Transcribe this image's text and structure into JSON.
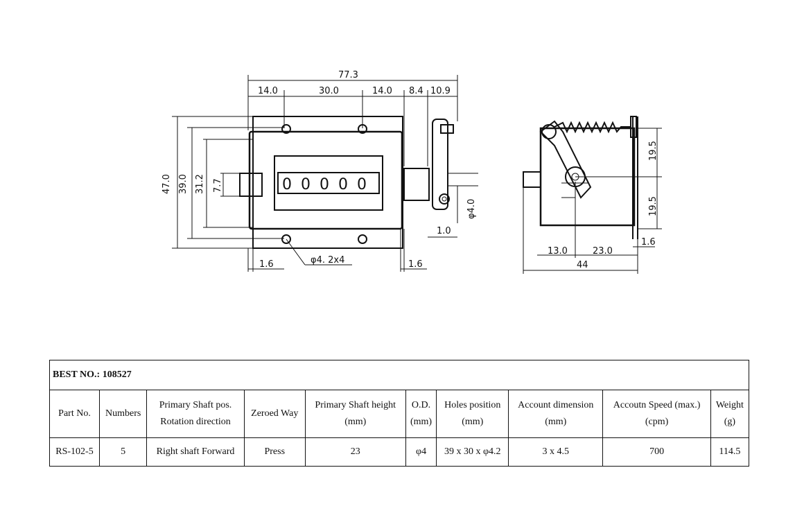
{
  "drawing": {
    "front_view": {
      "dims": {
        "overall_width": "77.3",
        "seg1": "14.0",
        "seg2": "30.0",
        "seg3": "14.0",
        "seg4": "8.4",
        "seg5": "10.9",
        "height_overall": "47.0",
        "height_holes": "39.0",
        "height_body": "31.2",
        "height_window": "7.7",
        "shaft_diameter": "φ4.0",
        "shaft_offset": "1.0",
        "left_thickness": "1.6",
        "right_thickness": "1.6",
        "holes": "φ4. 2x4"
      },
      "digits": [
        "0",
        "0",
        "0",
        "0",
        "0"
      ]
    },
    "side_view": {
      "dims": {
        "upper": "19.5",
        "lower": "19.5",
        "plate": "1.6",
        "seg_a": "13.0",
        "seg_b": "23.0",
        "depth": "44"
      }
    }
  },
  "table": {
    "best_no": "BEST NO.: 108527",
    "headers": [
      {
        "line1": "Part No.",
        "line2": ""
      },
      {
        "line1": "Numbers",
        "line2": ""
      },
      {
        "line1": "Primary Shaft pos.",
        "line2": "Rotation direction"
      },
      {
        "line1": "Zeroed Way",
        "line2": ""
      },
      {
        "line1": "Primary Shaft height",
        "line2": "(mm)"
      },
      {
        "line1": "O.D.",
        "line2": "(mm)"
      },
      {
        "line1": "Holes position",
        "line2": "(mm)"
      },
      {
        "line1": "Account dimension",
        "line2": "(mm)"
      },
      {
        "line1": "Accoutn Speed (max.)",
        "line2": "(cpm)"
      },
      {
        "line1": "Weight",
        "line2": "(g)"
      }
    ],
    "row": [
      "RS-102-5",
      "5",
      "Right shaft Forward",
      "Press",
      "23",
      "φ4",
      "39 x 30 x φ4.2",
      "3 x 4.5",
      "700",
      "114.5"
    ]
  }
}
